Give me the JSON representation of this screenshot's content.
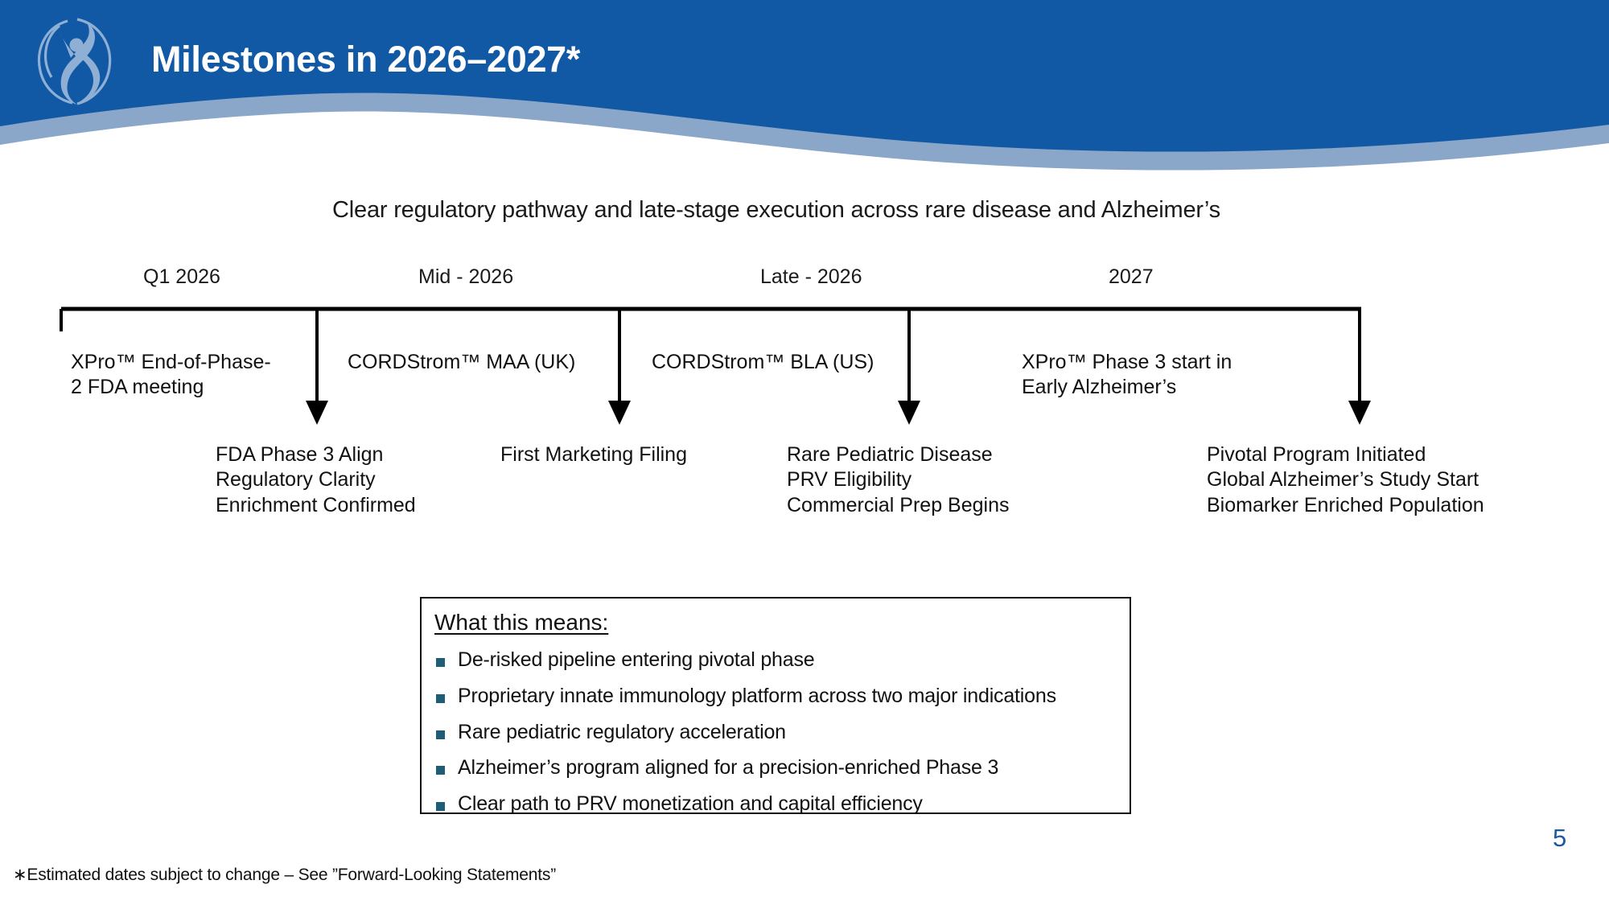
{
  "header": {
    "title": "Milestones in 2026–2027*",
    "logo_icon": "human-figure-swoosh-logo",
    "band_color": "#1159a5",
    "wave_accent_color": "#8aa6c8"
  },
  "subtitle": "Clear regulatory pathway and late-stage execution across rare disease and Alzheimer’s",
  "timeline": {
    "periods": [
      {
        "label": "Q1 2026"
      },
      {
        "label": "Mid - 2026"
      },
      {
        "label": "Late - 2026"
      },
      {
        "label": "2027"
      }
    ],
    "milestones": [
      {
        "line1": "XPro™ End-of-Phase-",
        "line2": "2 FDA meeting"
      },
      {
        "line1": "CORDStrom™ MAA (UK)",
        "line2": ""
      },
      {
        "line1": "CORDStrom™ BLA (US)",
        "line2": ""
      },
      {
        "line1": "XPro™ Phase 3 start in",
        "line2": "Early Alzheimer’s"
      }
    ],
    "outcomes": [
      {
        "line1": "FDA Phase 3 Align",
        "line2": "Regulatory Clarity",
        "line3": "Enrichment Confirmed"
      },
      {
        "line1": "First Marketing Filing",
        "line2": "",
        "line3": ""
      },
      {
        "line1": "Rare Pediatric Disease",
        "line2": "PRV Eligibility",
        "line3": "Commercial Prep Begins"
      },
      {
        "line1": "Pivotal Program Initiated",
        "line2": "Global Alzheimer’s Study Start",
        "line3": "Biomarker Enriched Population"
      }
    ]
  },
  "means": {
    "title": "What this means:",
    "bullet_color": "#1f5c75",
    "items": [
      "De-risked pipeline entering pivotal phase",
      "Proprietary innate immunology platform across two major indications",
      "Rare pediatric regulatory acceleration",
      "Alzheimer’s program aligned for a precision-enriched Phase 3",
      "Clear path to PRV monetization and capital efficiency"
    ]
  },
  "footer": {
    "footnote": "∗Estimated dates subject to change – See ”Forward-Looking Statements”",
    "page_number": "5",
    "page_number_color": "#1b5aa0"
  }
}
